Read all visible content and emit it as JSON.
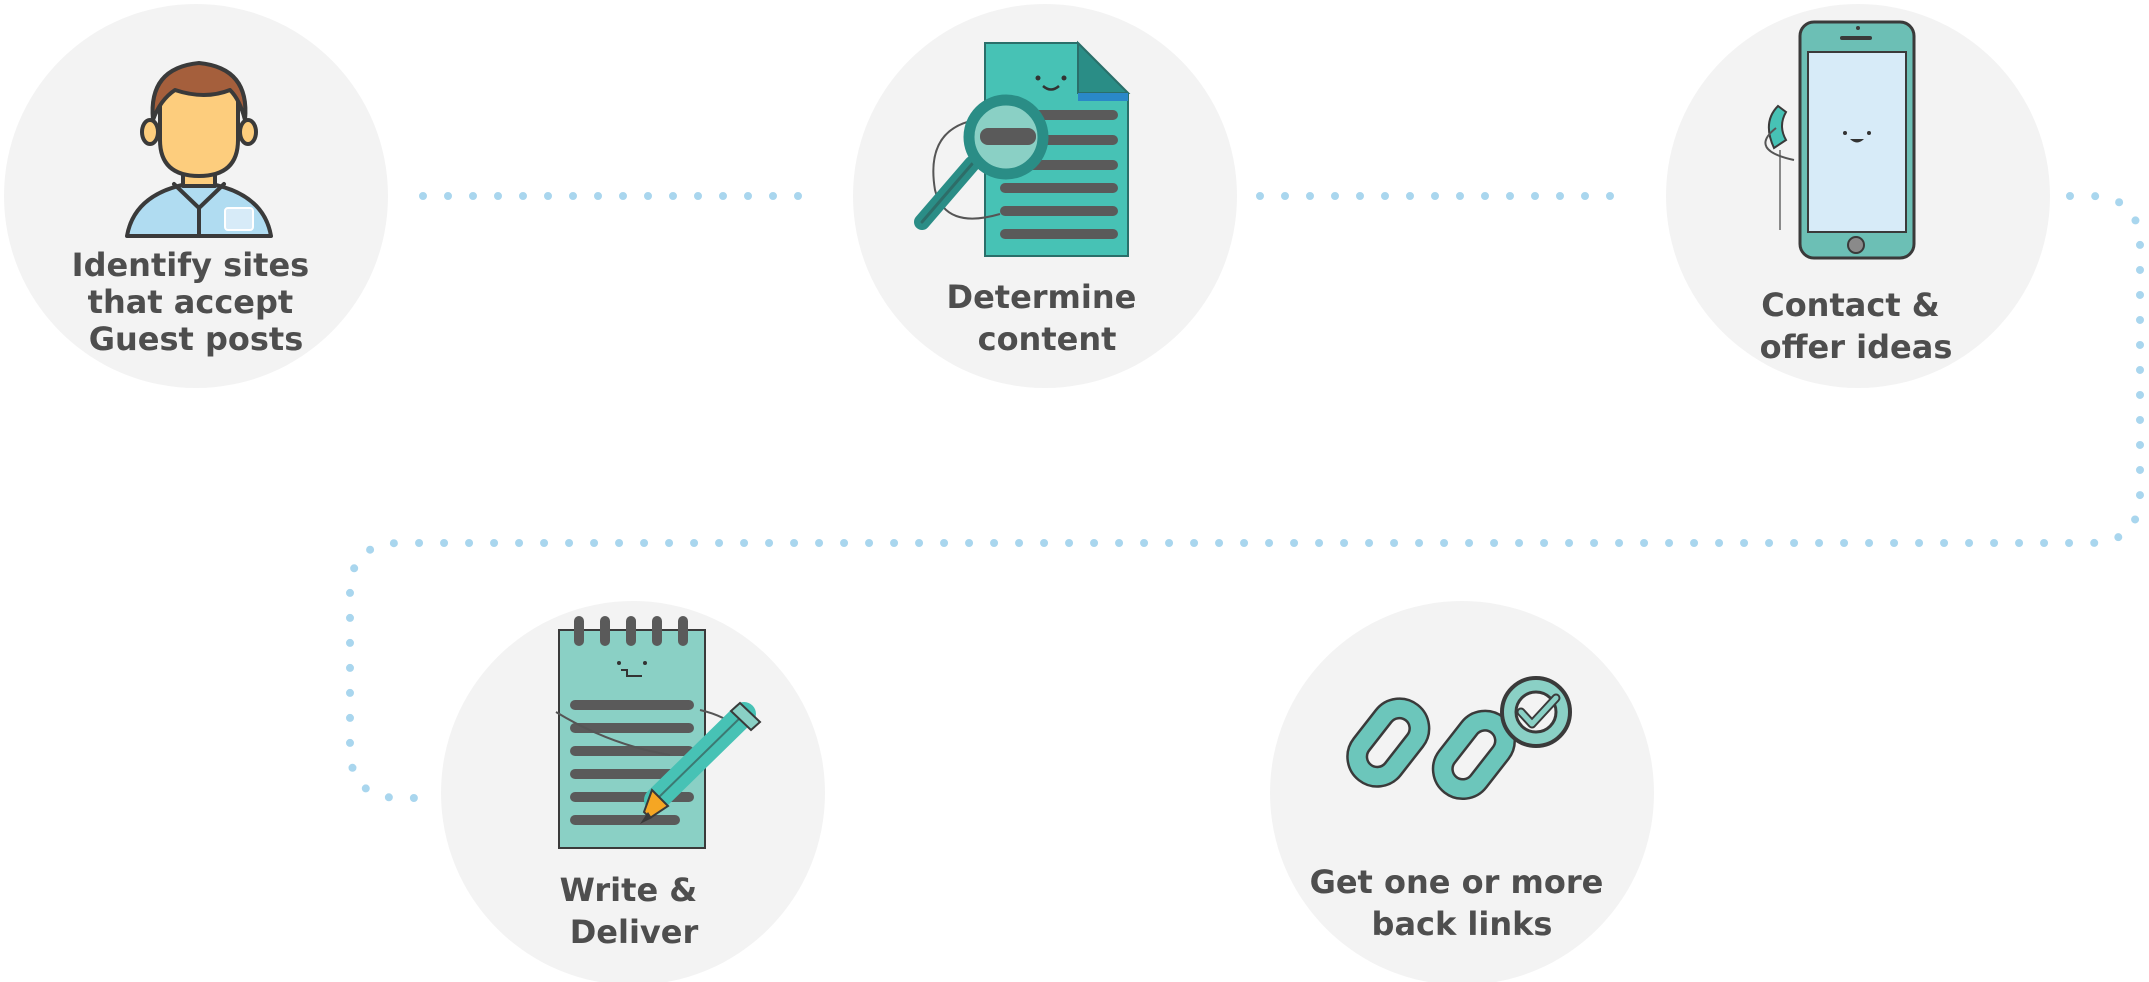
{
  "steps": [
    {
      "id": "identify",
      "lines": [
        "Identify sites",
        "that accept",
        "Guest posts"
      ],
      "icon": "person-icon"
    },
    {
      "id": "determine",
      "lines": [
        "Determine",
        "content"
      ],
      "icon": "document-magnifier-icon"
    },
    {
      "id": "contact",
      "lines": [
        "Contact &",
        "offer ideas"
      ],
      "icon": "smartphone-icon"
    },
    {
      "id": "write",
      "lines": [
        "Write &",
        "Deliver"
      ],
      "icon": "notepad-pencil-icon"
    },
    {
      "id": "links",
      "lines": [
        "Get one or more",
        "back links"
      ],
      "icon": "chain-link-icon"
    }
  ],
  "colors": {
    "circle": "#f3f3f3",
    "connector": "#a9d6ee",
    "teal": "#47c2b5",
    "teal_light": "#8ad0c5",
    "teal_dark": "#2a8d86",
    "text": "#4e4e4e",
    "skin": "#fdcd7d",
    "hair": "#a55f3c",
    "shirt": "#b0dcf1",
    "screen": "#d7ebf8",
    "pencil_tip": "#f5a623"
  }
}
